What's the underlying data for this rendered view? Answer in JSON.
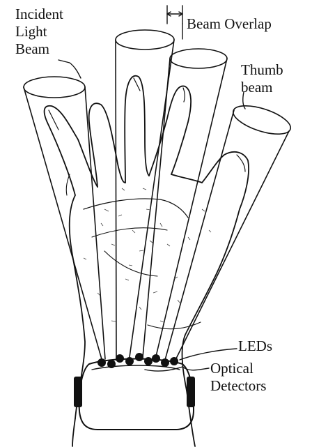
{
  "labels": {
    "incident_light_beam": [
      "Incident",
      "Light",
      "Beam"
    ],
    "beam_overlap": "Beam Overlap",
    "thumb_beam": [
      "Thumb",
      "beam"
    ],
    "leds": "LEDs",
    "optical_detectors": [
      "Optical",
      "Detectors"
    ]
  },
  "colors": {
    "ink": "#111111",
    "background": "#ffffff"
  }
}
